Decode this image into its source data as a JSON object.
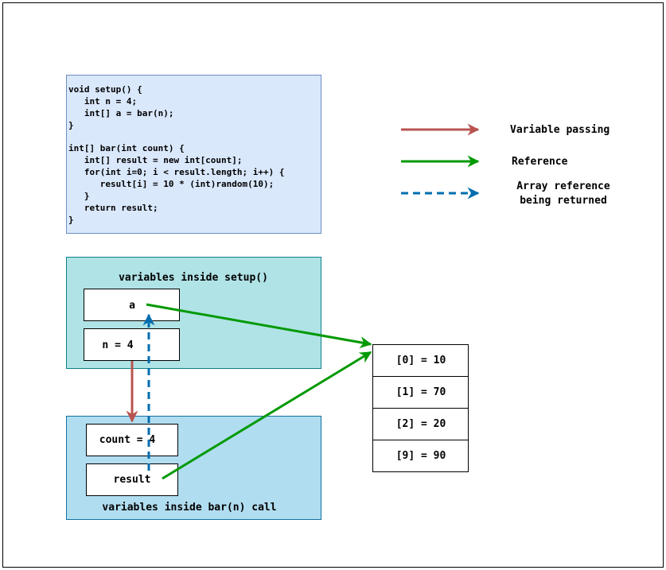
{
  "code": {
    "lines": [
      "void setup() {",
      "   int n = 4;",
      "   int[] a = bar(n);",
      "}",
      "",
      "int[] bar(int count) {",
      "   int[] result = new int[count];",
      "   for(int i=0; i < result.length; i++) {",
      "      result[i] = 10 * (int)random(10);",
      "   }",
      "   return result;",
      "}"
    ]
  },
  "setup_frame": {
    "title": "variables inside setup()",
    "var_a": "a",
    "var_n": "n = 4"
  },
  "bar_frame": {
    "title": "variables inside bar(n) call",
    "var_count": "count = 4",
    "var_result": "result"
  },
  "array": {
    "cells": [
      "[0] = 10",
      "[1] = 70",
      "[2] = 20",
      "[9] = 90"
    ]
  },
  "legend": {
    "variable_passing": "Variable passing",
    "reference": "Reference",
    "array_return_line1": "Array reference",
    "array_return_line2": "being returned"
  },
  "colors": {
    "code_bg": "#dae8fc",
    "code_border": "#6c8ebf",
    "setup_bg": "#b0e3e6",
    "setup_border": "#0e8088",
    "bar_bg": "#b1ddf0",
    "bar_border": "#10739e",
    "passing": "#b85450",
    "reference": "#009900",
    "returned": "#006eaf"
  }
}
